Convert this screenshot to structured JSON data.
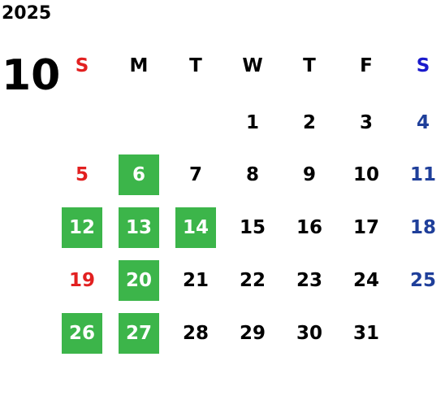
{
  "calendar": {
    "year": "2025",
    "month": "10",
    "weekdays": [
      "S",
      "M",
      "T",
      "W",
      "T",
      "F",
      "S"
    ],
    "first_weekday_index": 3,
    "days": [
      {
        "n": "1"
      },
      {
        "n": "2"
      },
      {
        "n": "3"
      },
      {
        "n": "4"
      },
      {
        "n": "5"
      },
      {
        "n": "6",
        "hl": true
      },
      {
        "n": "7"
      },
      {
        "n": "8"
      },
      {
        "n": "9"
      },
      {
        "n": "10"
      },
      {
        "n": "11"
      },
      {
        "n": "12",
        "hl": true
      },
      {
        "n": "13",
        "hl": true
      },
      {
        "n": "14",
        "hl": true
      },
      {
        "n": "15"
      },
      {
        "n": "16"
      },
      {
        "n": "17"
      },
      {
        "n": "18"
      },
      {
        "n": "19"
      },
      {
        "n": "20",
        "hl": true
      },
      {
        "n": "21"
      },
      {
        "n": "22"
      },
      {
        "n": "23"
      },
      {
        "n": "24"
      },
      {
        "n": "25"
      },
      {
        "n": "26",
        "hl": true
      },
      {
        "n": "27",
        "hl": true
      },
      {
        "n": "28"
      },
      {
        "n": "29"
      },
      {
        "n": "30"
      },
      {
        "n": "31"
      }
    ],
    "colors": {
      "highlight": "#3cb54a",
      "sunday": "#e22020",
      "saturday_header": "#1a1acc",
      "saturday": "#1f3f9a"
    }
  }
}
